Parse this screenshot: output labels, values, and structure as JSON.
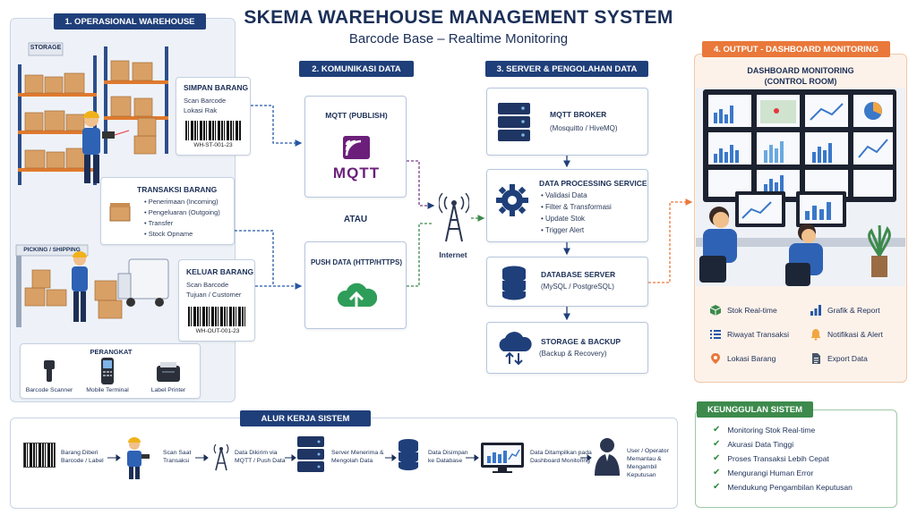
{
  "title": "SKEMA WAREHOUSE MANAGEMENT SYSTEM",
  "subtitle": "Barcode Base – Realtime Monitoring",
  "sections": {
    "s1": "1. OPERASIONAL WAREHOUSE",
    "s2": "2. KOMUNIKASI DATA",
    "s3": "3. SERVER & PENGOLAHAN DATA",
    "s4": "4. OUTPUT - DASHBOARD MONITORING",
    "workflow": "ALUR KERJA SISTEM",
    "advantages": "KEUNGGULAN SISTEM"
  },
  "warehouse": {
    "storage_sign": "STORAGE",
    "picking_sign": "PICKING / SHIPPING",
    "simpan": {
      "title": "SIMPAN BARANG",
      "lines": [
        "Scan Barcode",
        "Lokasi Rak"
      ],
      "code": "WH-ST-001-23"
    },
    "transaksi": {
      "title": "TRANSAKSI BARANG",
      "items": [
        "• Penerimaan (Incoming)",
        "• Pengeluaran (Outgoing)",
        "• Transfer",
        "• Stock Opname"
      ]
    },
    "keluar": {
      "title": "KELUAR BARANG",
      "lines": [
        "Scan Barcode",
        "Tujuan / Customer"
      ],
      "code": "WH-OUT-001-23"
    },
    "devices": {
      "title": "PERANGKAT",
      "items": [
        "Barcode Scanner",
        "Mobile Terminal",
        "Label Printer"
      ]
    }
  },
  "comm": {
    "mqtt_title": "MQTT (PUBLISH)",
    "mqtt_logo": "MQTT",
    "atau": "ATAU",
    "push_title": "PUSH DATA (HTTP/HTTPS)",
    "internet": "Internet"
  },
  "server": {
    "broker": {
      "title": "MQTT BROKER",
      "sub": "(Mosquitto / HiveMQ)"
    },
    "processing": {
      "title": "DATA PROCESSING SERVICE",
      "items": [
        "• Validasi Data",
        "• Filter & Transformasi",
        "• Update Stok",
        "• Trigger Alert"
      ]
    },
    "database": {
      "title": "DATABASE SERVER",
      "sub": "(MySQL / PostgreSQL)"
    },
    "storage": {
      "title": "STORAGE & BACKUP",
      "sub": "(Backup & Recovery)"
    }
  },
  "output": {
    "title_line1": "DASHBOARD MONITORING",
    "title_line2": "(CONTROL ROOM)",
    "features": [
      "Stok Real-time",
      "Grafik & Report",
      "Riwayat Transaksi",
      "Notifikasi & Alert",
      "Lokasi Barang",
      "Export Data"
    ]
  },
  "workflow": {
    "steps": [
      "Barang Diberi\nBarcode / Label",
      "Scan Saat\nTransaksi",
      "Data Dikirim via\nMQTT / Push Data",
      "Server Menerima &\nMengolah Data",
      "Data Disimpan\nke Database",
      "Data Ditampilkan pada\nDashboard Monitoring",
      "User / Operator\nMemantau &\nMengambil\nKeputusan"
    ]
  },
  "advantages": {
    "items": [
      "Monitoring Stok Real-time",
      "Akurasi Data Tinggi",
      "Proses Transaksi Lebih Cepat",
      "Mengurangi Human Error",
      "Mendukung Pengambilan Keputusan"
    ]
  },
  "colors": {
    "navy": "#1f3f7a",
    "orange": "#e9783a",
    "green": "#3d8a4c",
    "mqtt_purple": "#6b1f7a"
  }
}
